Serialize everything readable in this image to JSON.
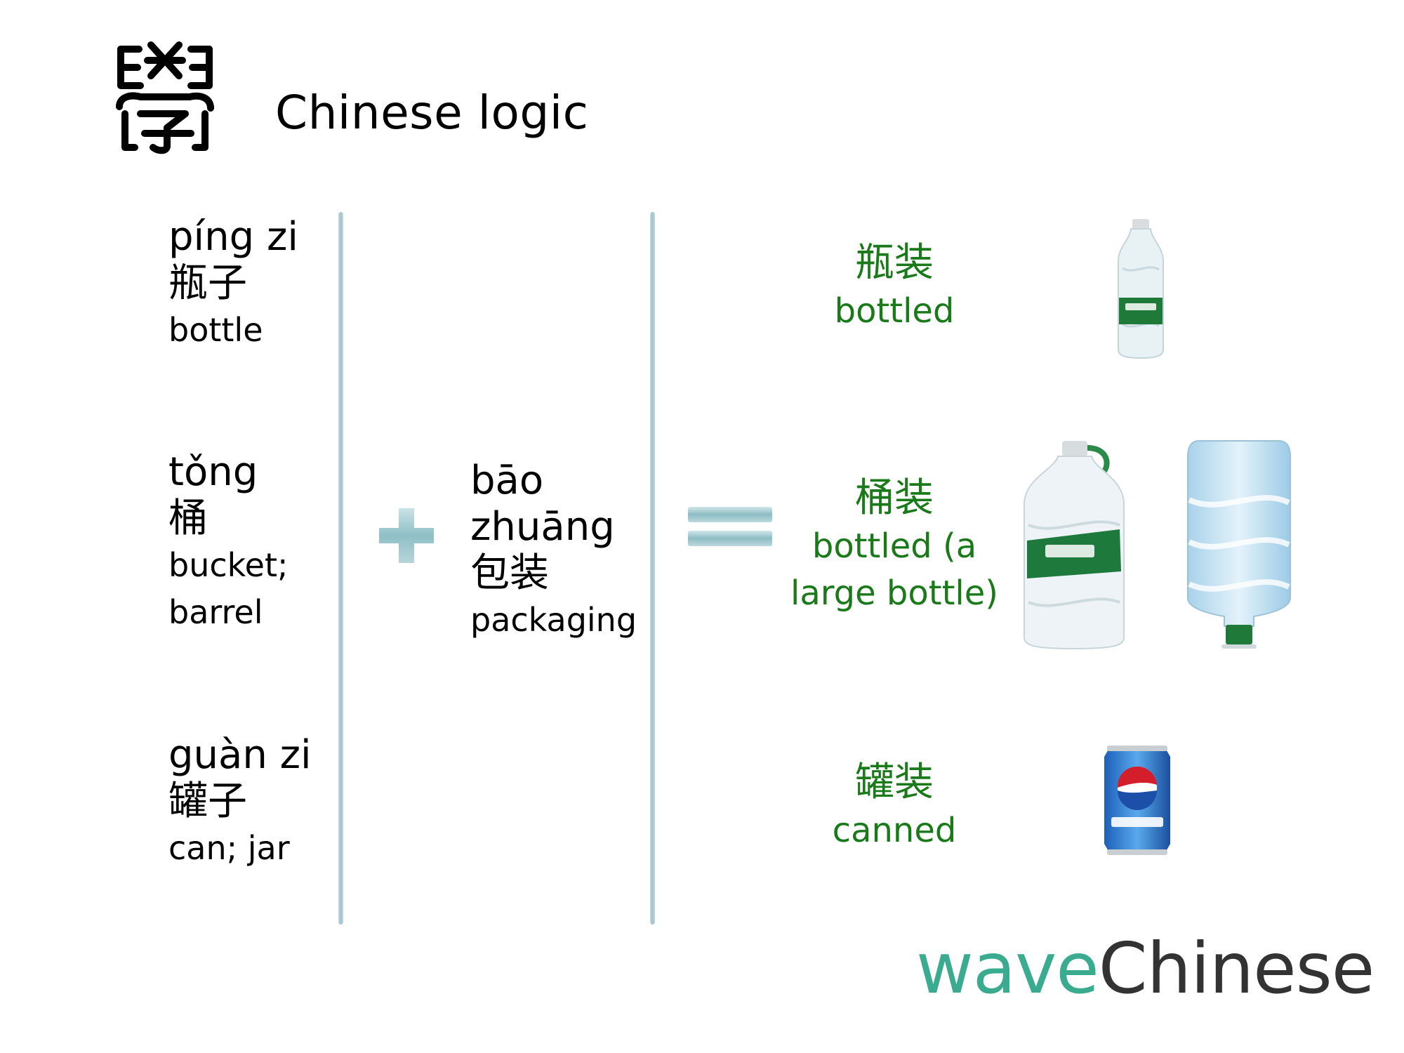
{
  "header": {
    "title": "Chinese logic"
  },
  "items": [
    {
      "pinyin": "píng zi",
      "hanzi": "瓶子",
      "english": "bottle"
    },
    {
      "pinyin": "tǒng",
      "hanzi": "桶",
      "english_1": "bucket;",
      "english_2": "barrel"
    },
    {
      "pinyin": "guàn zi",
      "hanzi": "罐子",
      "english": "can; jar"
    }
  ],
  "middle": {
    "pinyin_1": "bāo",
    "pinyin_2": "zhuāng",
    "hanzi": "包装",
    "english": "packaging"
  },
  "results": [
    {
      "hanzi": "瓶装",
      "english": "bottled"
    },
    {
      "hanzi": "桶装",
      "english_1": "bottled (a",
      "english_2": "large bottle)"
    },
    {
      "hanzi": "罐装",
      "english": "canned"
    }
  ],
  "brand": {
    "part1": "wave",
    "part2": "Chinese"
  },
  "colors": {
    "result_text": "#1a7a1a",
    "divider": "#a9c9cd",
    "brand_wave": "#3aab8f",
    "brand_chinese": "#333333"
  },
  "icons": [
    "seal-character-icon",
    "plus-icon",
    "equals-icon",
    "water-bottle-image",
    "large-water-jug-image",
    "water-cooler-jug-image",
    "soda-can-image"
  ]
}
